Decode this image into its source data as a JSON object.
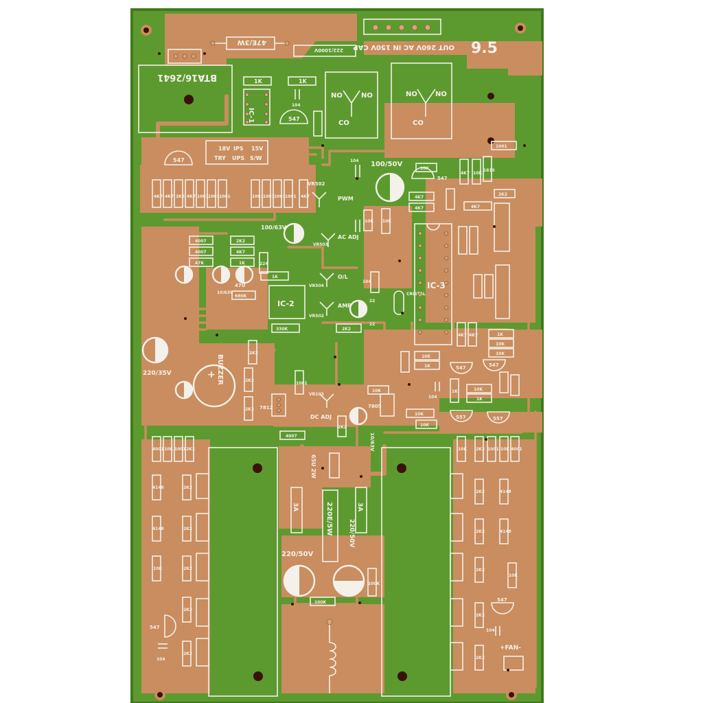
{
  "board": {
    "version": "9.5",
    "colors": {
      "substrate": "#5c9a2f",
      "copper": "#c98d5f",
      "silkscreen": "#f4f1ea",
      "background": "#ffffff"
    }
  },
  "labels": {
    "triac": "BTA16/2641",
    "r_47e": "47E/3W",
    "ic1": "IC-1",
    "ic2": "IC-2",
    "ic3": "IC-3",
    "cap_222": "222/1000V",
    "connector": "OUT 260V AC IN 150V CAP",
    "relay_no": "NO",
    "relay_co": "CO",
    "buzzer": "BUZZER",
    "cap_220_35": "220/35V",
    "cap_100_50": "100/50V",
    "cap_100_63": "100/63V",
    "cap_10_63": "10/63V",
    "cap_220_50_left": "220/50V",
    "cap_220_50_right": "220/50V",
    "cap_47u": "47U",
    "res_220e": "220E/5W",
    "res_65u": "65U 2W",
    "fuse_3a": "3A",
    "pwm": "PWM",
    "ac_adj": "AC ADJ",
    "dc_adj": "DC ADJ",
    "ol": "O/L",
    "amp": "AMP",
    "vr502": "VR502",
    "vr503": "VR503",
    "vr504": "VR504",
    "vr103": "VR103",
    "crystal": "CRISTAL",
    "reg_7812": "7812",
    "reg_7805": "7805",
    "fan": "+FAN-",
    "switch_opts": [
      "15V",
      "18V",
      "IPS",
      "S/W",
      "UPS",
      "TRY"
    ],
    "res_1k": "1K",
    "res_10k": "10K",
    "res_4k7": "4K7",
    "res_2k2": "2K2",
    "res_1001": "1001",
    "res_100k": "100K",
    "res_330k": "330K",
    "res_680k": "680K",
    "res_47k": "47K",
    "res_4007": "4007",
    "res_1n4148": "4148",
    "cap_104": "104",
    "cap_22": "22",
    "cap_224": "224",
    "tr_547": "547",
    "tr_557": "557",
    "diode_1815": "1815",
    "diode_4001": "4001"
  }
}
